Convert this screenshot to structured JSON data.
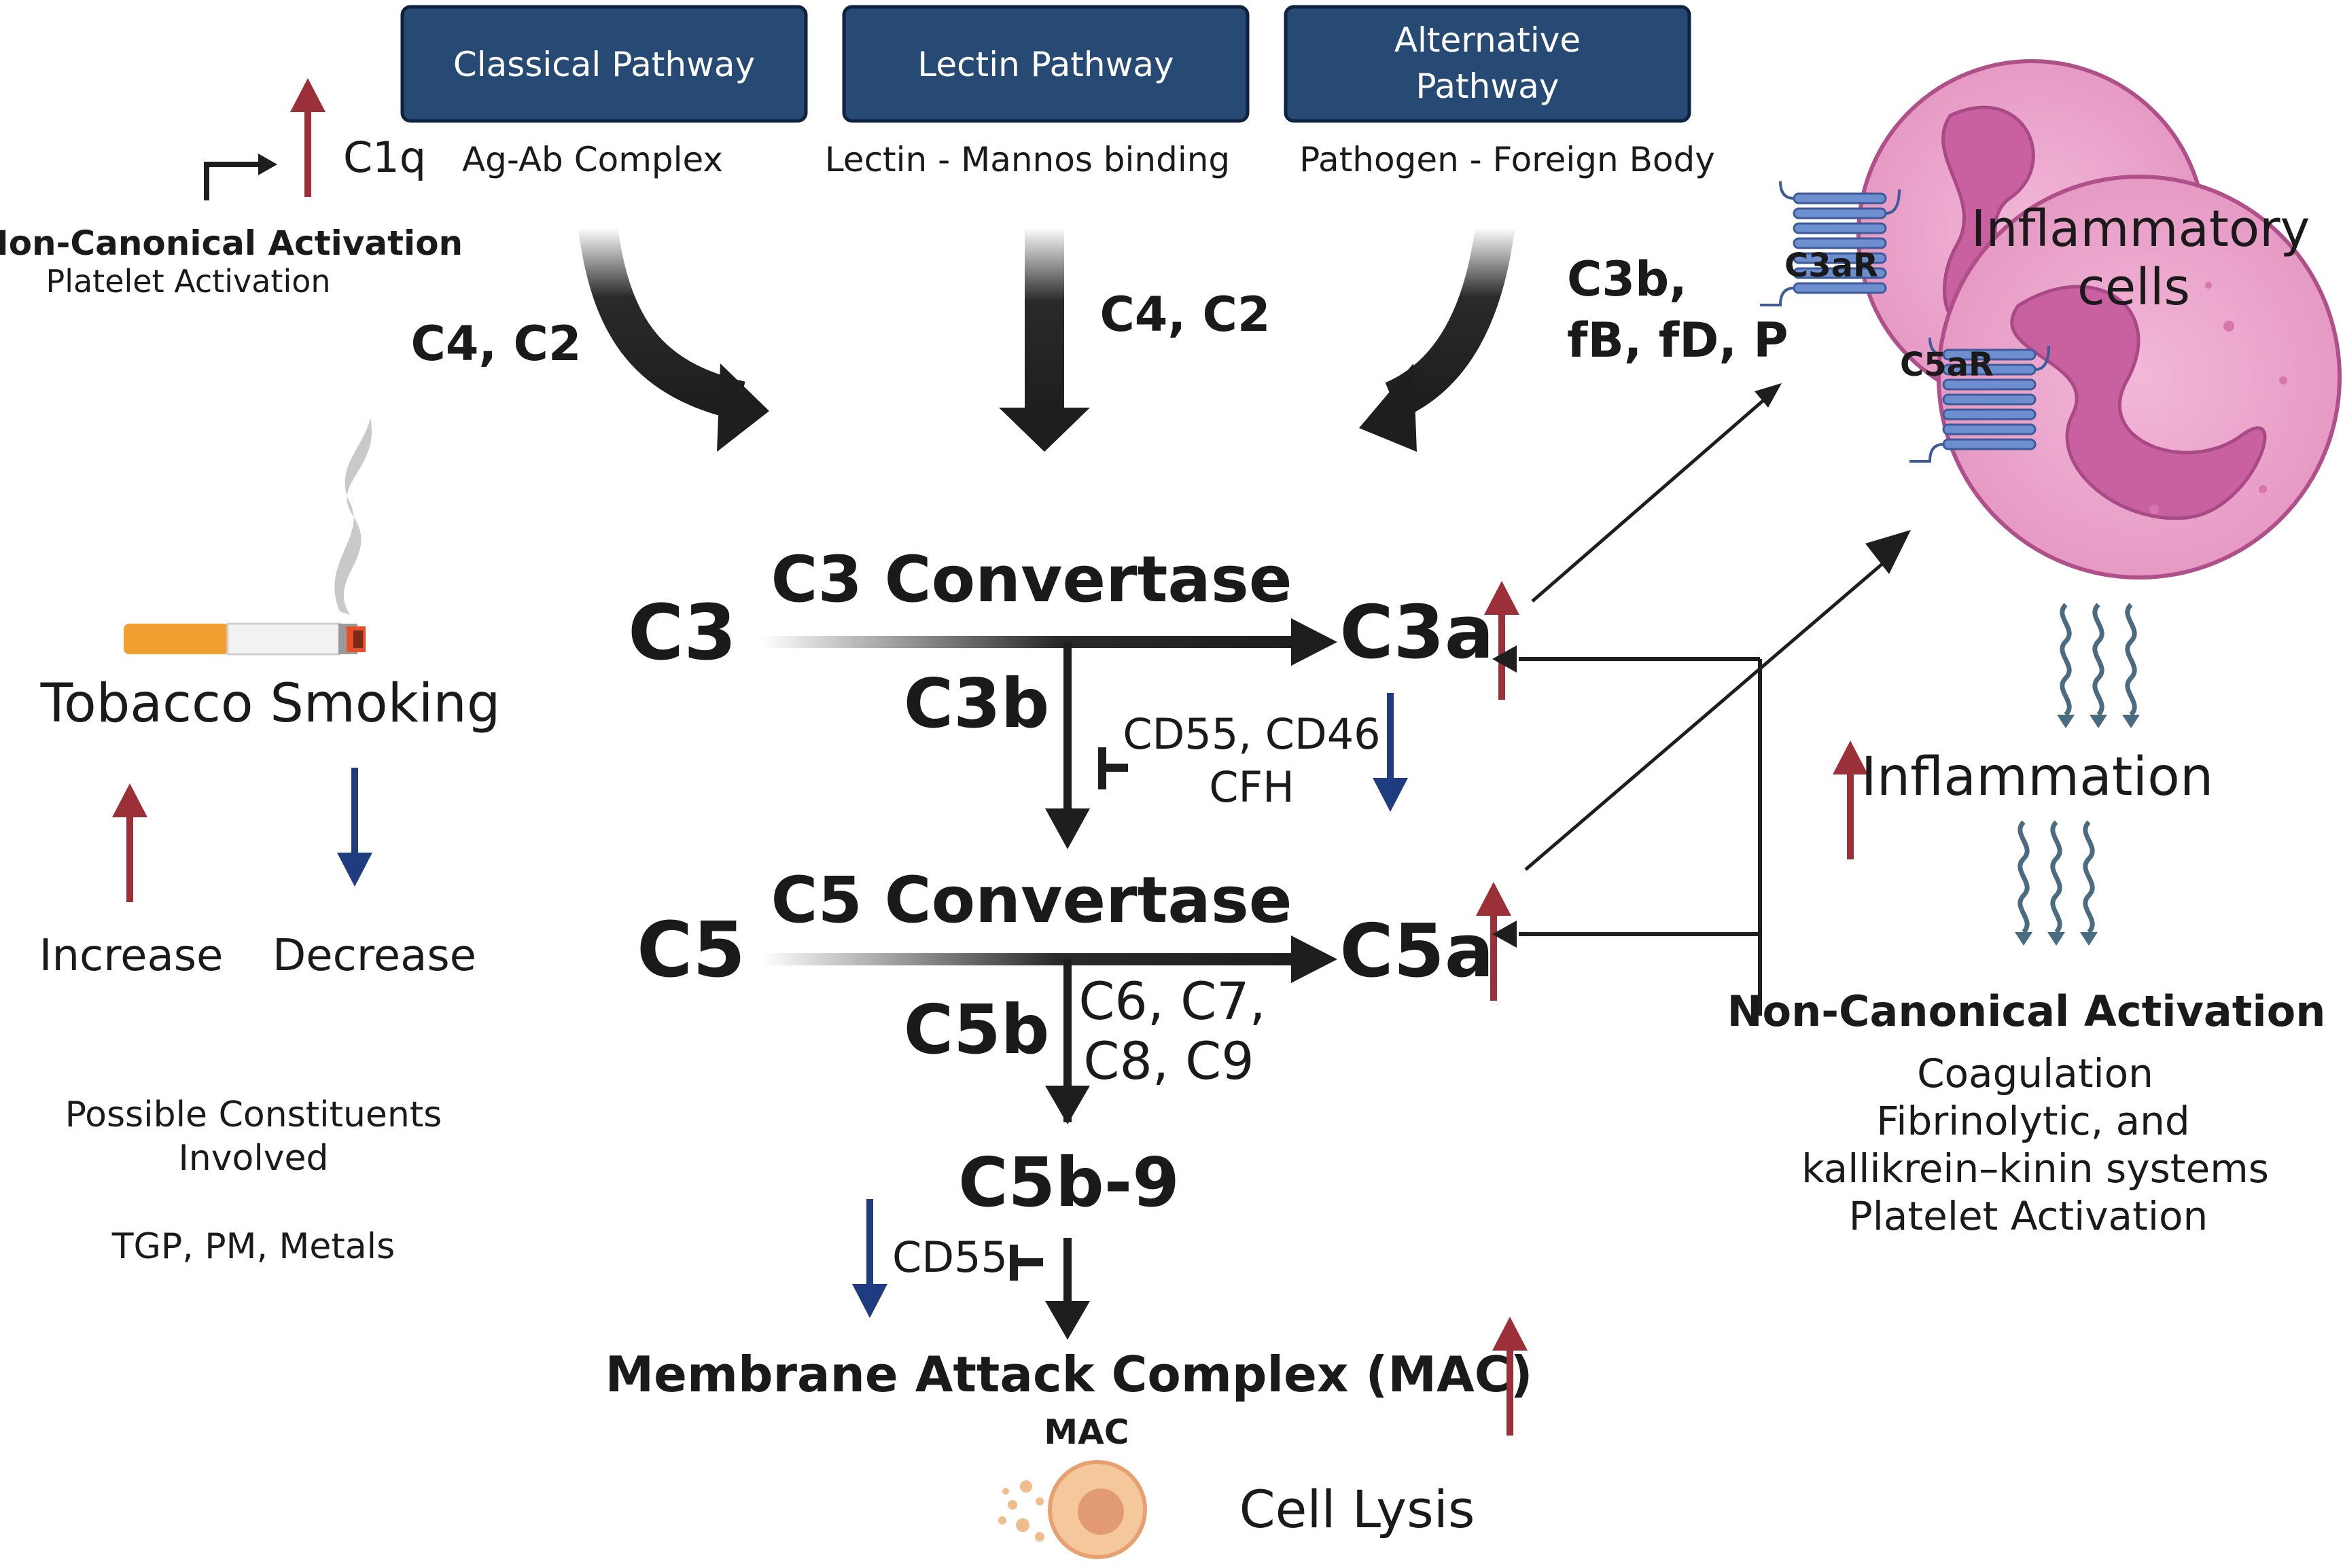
{
  "pathways": [
    {
      "label_lines": [
        "Classical Pathway"
      ],
      "trigger": "Ag-Ab Complex",
      "factors": [
        "C4, C2"
      ]
    },
    {
      "label_lines": [
        "Lectin Pathway"
      ],
      "trigger": "Lectin - Mannos binding",
      "factors": [
        "C4, C2"
      ]
    },
    {
      "label_lines": [
        "Alternative",
        "Pathway"
      ],
      "trigger": "Pathogen - Foreign Body",
      "factors": [
        "C3b,",
        "fB, fD, P"
      ]
    }
  ],
  "c1q": {
    "label": "C1q",
    "title": "Non-Canonical Activation",
    "subtitle": "Platelet Activation"
  },
  "smoking": {
    "label": "Tobacco Smoking",
    "increase": "Increase",
    "decrease": "Decrease",
    "constituents_title": [
      "Possible Constituents",
      "Involved"
    ],
    "constituents": "TGP, PM, Metals"
  },
  "cascade": {
    "c3": "C3",
    "c3_convertase": "C3 Convertase",
    "c3a": "C3a",
    "c3b": "C3b",
    "regulators": [
      "CD55, CD46",
      "CFH"
    ],
    "c5": "C5",
    "c5_convertase": "C5 Convertase",
    "c5a": "C5a",
    "c5b": "C5b",
    "late_components": [
      "C6, C7,",
      "C8, C9"
    ],
    "c5b9": "C5b-9",
    "cd55": "CD55",
    "mac": "Membrane Attack Complex (MAC)",
    "mac_short": "MAC",
    "cell_lysis": "Cell Lysis"
  },
  "right": {
    "cells_label": [
      "Inflammatory",
      "cells"
    ],
    "c3ar": "C3aR",
    "c5ar": "C5aR",
    "inflammation": "Inflammation",
    "noncanonical_title": "Non-Canonical Activation",
    "noncanonical_lines": [
      "Coagulation",
      "Fibrinolytic, and",
      "kallikrein–kinin systems",
      "Platelet Activation"
    ]
  },
  "colors": {
    "pathway_box": "#264a73",
    "increase": "#9b3038",
    "decrease": "#1f3c80",
    "cell": "#e8a6cb",
    "nucleus": "#c9609f",
    "receptor": "#6d8fd0",
    "wave": "#4a6b80"
  }
}
